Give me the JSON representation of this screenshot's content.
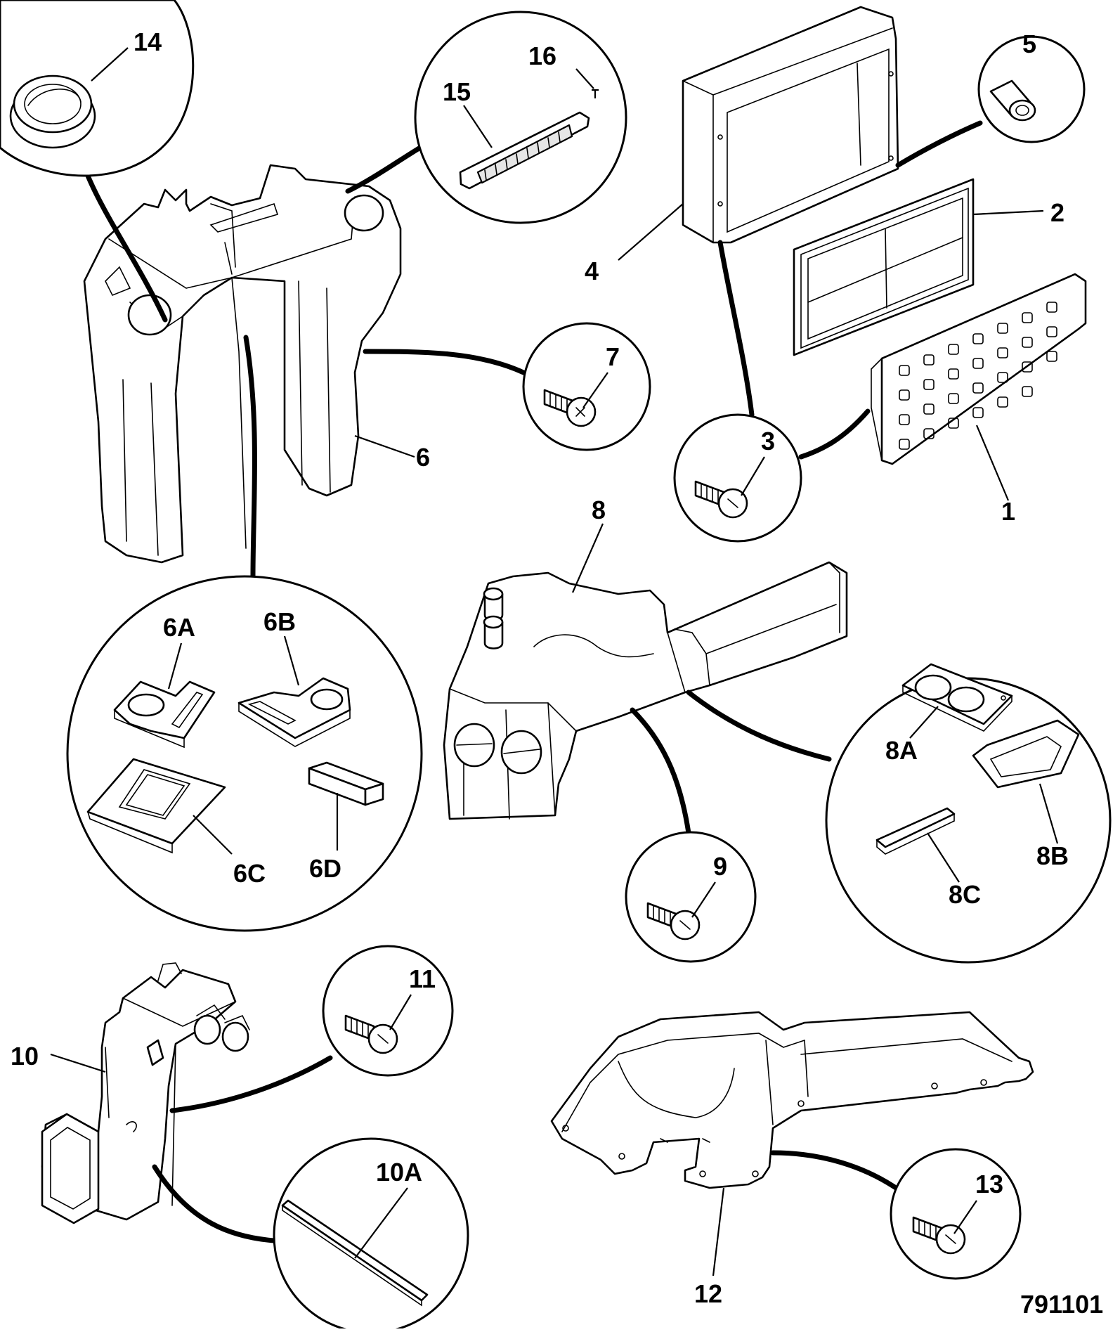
{
  "drawing_number": "791101",
  "callouts": {
    "c1": "1",
    "c2": "2",
    "c3": "3",
    "c4": "4",
    "c5": "5",
    "c6": "6",
    "c6a": "6A",
    "c6b": "6B",
    "c6c": "6C",
    "c6d": "6D",
    "c7": "7",
    "c8": "8",
    "c8a": "8A",
    "c8b": "8B",
    "c8c": "8C",
    "c9": "9",
    "c10": "10",
    "c10a": "10A",
    "c11": "11",
    "c12": "12",
    "c13": "13",
    "c14": "14",
    "c15": "15",
    "c16": "16"
  }
}
